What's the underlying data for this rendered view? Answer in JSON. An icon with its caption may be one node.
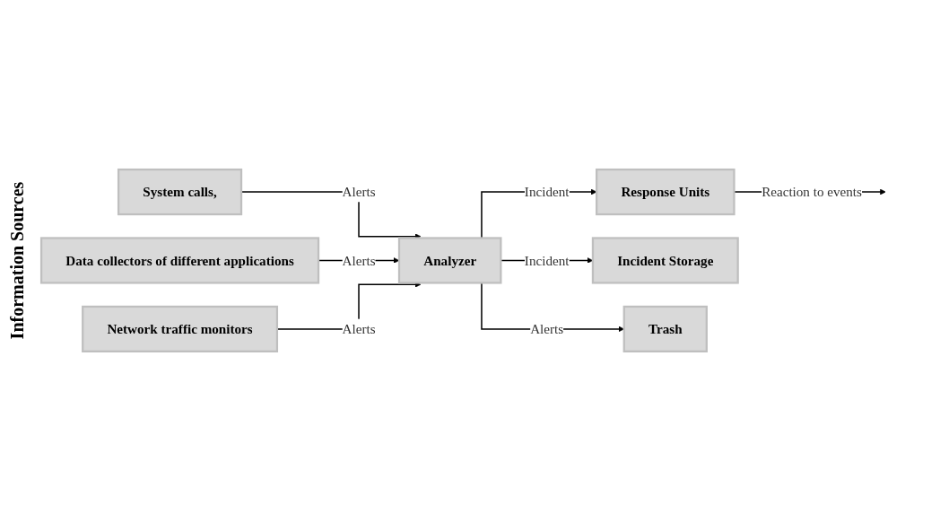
{
  "diagram": {
    "nodes": [
      {
        "text": [
          "System calls,"
        ]
      },
      {
        "text": [
          "Data collectors of different applications"
        ]
      },
      {
        "text": [
          "Network traffic monitors"
        ]
      },
      {
        "text": [
          "Analyzer"
        ]
      },
      {
        "text": [
          "Response Units"
        ]
      },
      {
        "text": [
          "Incident Storage"
        ]
      },
      {
        "text": [
          "Trash"
        ]
      }
    ],
    "edges": [
      {
        "from": 0,
        "to": 3,
        "arrow": "to",
        "label": "Alerts"
      },
      {
        "from": 1,
        "to": 3,
        "arrow": "to",
        "label": "Alerts"
      },
      {
        "from": 2,
        "to": 3,
        "arrow": "to",
        "label": "Alerts"
      },
      {
        "from": 3,
        "to": 4,
        "arrow": "to",
        "label": "Incident"
      },
      {
        "from": 3,
        "to": 5,
        "arrow": "to",
        "label": "Incident"
      },
      {
        "from": 3,
        "to": 6,
        "arrow": "to",
        "label": "Alerts"
      },
      {
        "from": 4,
        "to": null,
        "arrow": "to",
        "label": "Reaction to events"
      }
    ],
    "labels": [
      "Information Sources"
    ]
  }
}
